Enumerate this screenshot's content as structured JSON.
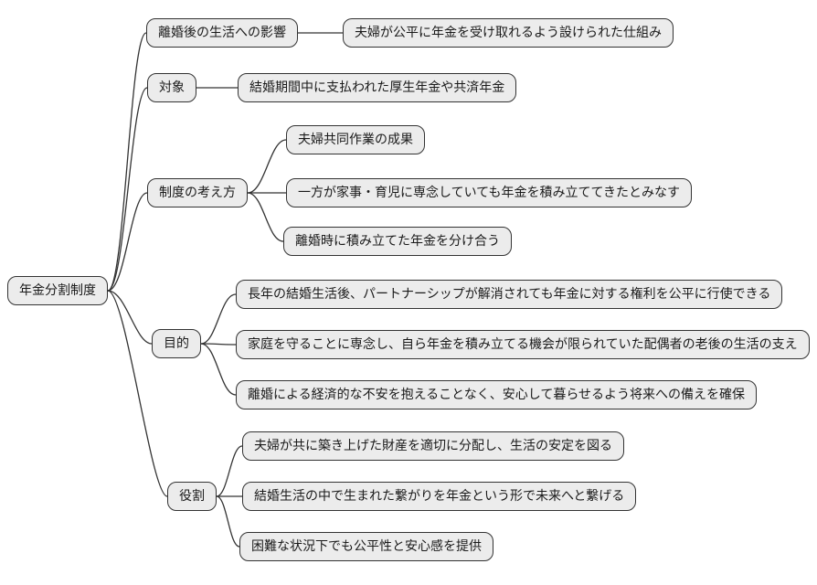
{
  "diagram": {
    "type": "mindmap",
    "root": {
      "label": "年金分割制度"
    },
    "branches": [
      {
        "label": "離婚後の生活への影響",
        "children": [
          "夫婦が公平に年金を受け取れるよう設けられた仕組み"
        ]
      },
      {
        "label": "対象",
        "children": [
          "結婚期間中に支払われた厚生年金や共済年金"
        ]
      },
      {
        "label": "制度の考え方",
        "children": [
          "夫婦共同作業の成果",
          "一方が家事・育児に専念していても年金を積み立ててきたとみなす",
          "離婚時に積み立てた年金を分け合う"
        ]
      },
      {
        "label": "目的",
        "children": [
          "長年の結婚生活後、パートナーシップが解消されても年金に対する権利を公平に行使できる",
          "家庭を守ることに専念し、自ら年金を積み立てる機会が限られていた配偶者の老後の生活の支え",
          "離婚による経済的な不安を抱えることなく、安心して暮らせるよう将来への備えを確保"
        ]
      },
      {
        "label": "役割",
        "children": [
          "夫婦が共に築き上げた財産を適切に分配し、生活の安定を図る",
          "結婚生活の中で生まれた繋がりを年金という形で未来へと繋げる",
          "困難な状況下でも公平性と安心感を提供"
        ]
      }
    ],
    "colors": {
      "background": "#ffffff",
      "node_fill": "#ececec",
      "node_border": "#333333",
      "connector": "#333333",
      "text": "#1a1a1a"
    }
  }
}
